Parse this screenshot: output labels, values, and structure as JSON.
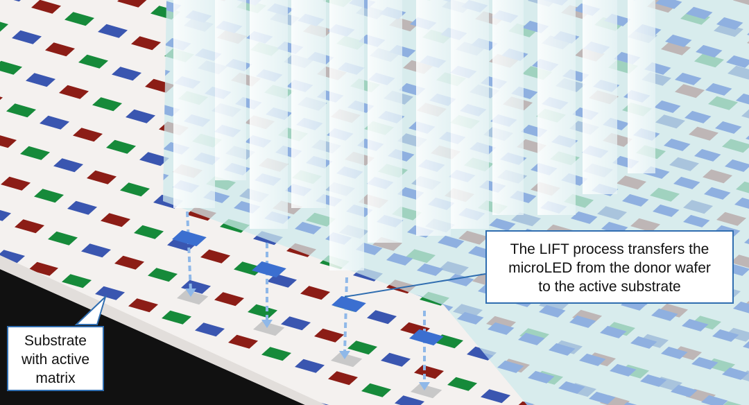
{
  "callouts": {
    "substrate": {
      "lines": [
        "Substrate",
        "with active",
        "matrix"
      ]
    },
    "lift": {
      "lines": [
        "The LIFT process transfers the",
        "microLED from the donor wafer",
        "to the active substrate"
      ]
    }
  },
  "colors": {
    "red_pixel": "#8c1d16",
    "green_pixel": "#168a3a",
    "blue_pixel": "#3a56b0",
    "donor_microled": "#8fb0e0",
    "transfer_microled": "#3b6fd0",
    "substrate": "#f4f1ef",
    "substrate_edge": "#111111",
    "donor_wafer": "#cfe9ec",
    "callout_border": "#2f6db0"
  }
}
